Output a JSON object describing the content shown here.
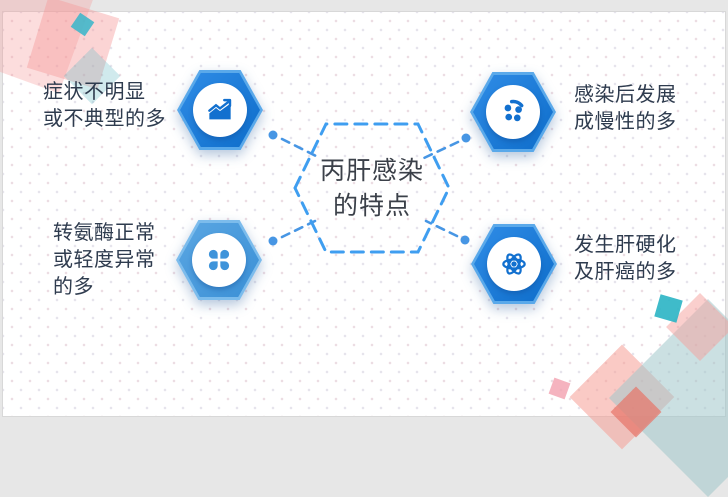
{
  "slide": {
    "center_title": {
      "line1": "丙肝感染",
      "line2": "的特点"
    },
    "nodes": {
      "top_left": {
        "icon": "trend-chart-icon",
        "line1": "症状不明显",
        "line2": "或不典型的多"
      },
      "top_right": {
        "icon": "film-reel-icon",
        "line1": "感染后发展",
        "line2": "成慢性的多"
      },
      "bottom_left": {
        "icon": "clover-icon",
        "line1": "转氨酶正常",
        "line2": "或轻度异常",
        "line3": "的多"
      },
      "bottom_right": {
        "icon": "atom-icon",
        "line1": "发生肝硬化",
        "line2": "及肝癌的多"
      }
    },
    "colors": {
      "hex_fill_dark": "#0e6dca",
      "hex_fill_light": "#3b90d6",
      "hex_border": "#5aa9ea",
      "dashed_hex_stroke": "#3f9ef0",
      "connector": "#4796e4",
      "label_text": "#2e3b4e",
      "deco_pink": "#f5a8a8",
      "deco_teal": "#35b4c6",
      "deco_pale_teal": "#a0c6cb",
      "icon_blue": "#1270cf"
    }
  }
}
